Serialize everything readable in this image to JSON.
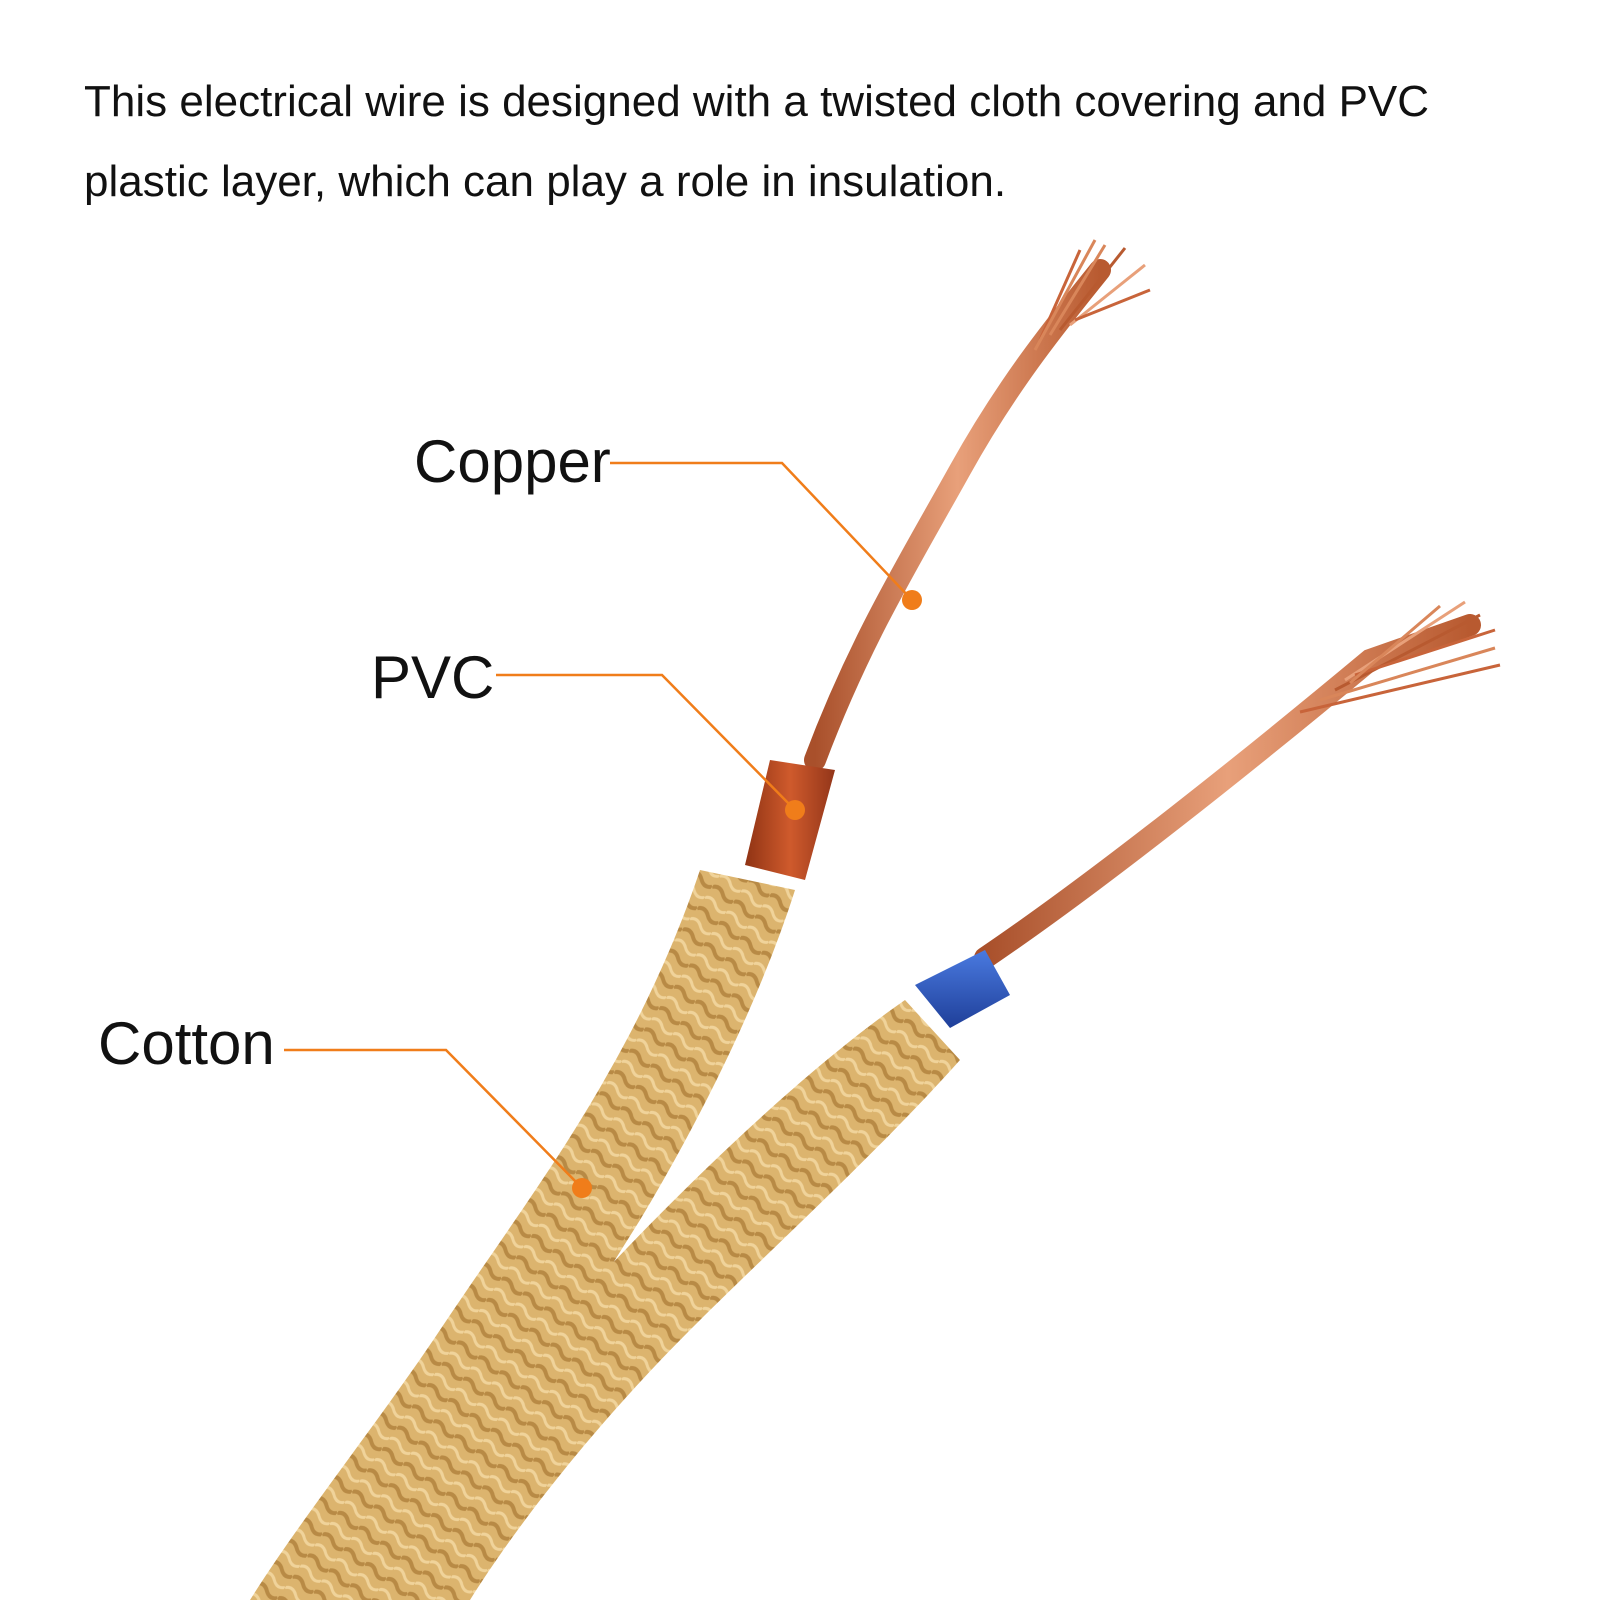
{
  "description": {
    "text": "This electrical wire is designed with a twisted cloth covering and PVC plastic layer, which can play a role in insulation."
  },
  "callouts": [
    {
      "id": "copper",
      "label": "Copper"
    },
    {
      "id": "pvc",
      "label": "PVC"
    },
    {
      "id": "cotton",
      "label": "Cotton"
    }
  ],
  "colors": {
    "callout_line": "#f07d1a",
    "copper": "#c8643a",
    "copper_light": "#e8a07a",
    "pvc_brown": "#b5441f",
    "pvc_blue": "#2f5fc4",
    "cotton_braid": "#dcb46e",
    "cotton_shadow": "#b88a45"
  }
}
